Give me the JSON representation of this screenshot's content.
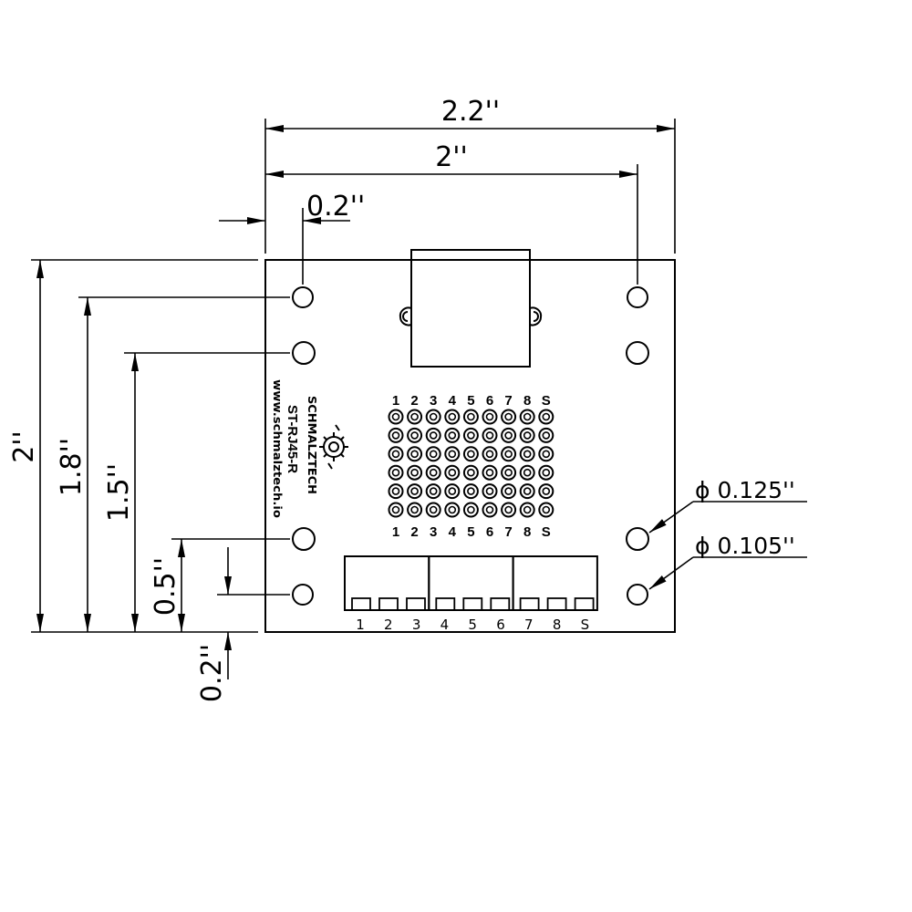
{
  "dimensions": {
    "width_total": "2.2''",
    "width_holes": "2''",
    "hole_offset_x": "0.2''",
    "height_total": "2''",
    "height_18": "1.8''",
    "height_15": "1.5''",
    "height_05": "0.5''",
    "hole_offset_y": "0.2''",
    "diameter_large": "ϕ 0.125''",
    "diameter_small": "ϕ 0.105''"
  },
  "board": {
    "brand": "SCHMALZTECH",
    "model": "ST-RJ45-R",
    "url": "www.schmalztech.io"
  },
  "header_pins": {
    "labels": [
      "1",
      "2",
      "3",
      "4",
      "5",
      "6",
      "7",
      "8",
      "S"
    ],
    "rows": 6
  },
  "terminals": {
    "labels": [
      "1",
      "2",
      "3",
      "4",
      "5",
      "6",
      "7",
      "8",
      "S"
    ],
    "blocks": 3
  },
  "colors": {
    "line": "#000000",
    "background": "#ffffff"
  }
}
